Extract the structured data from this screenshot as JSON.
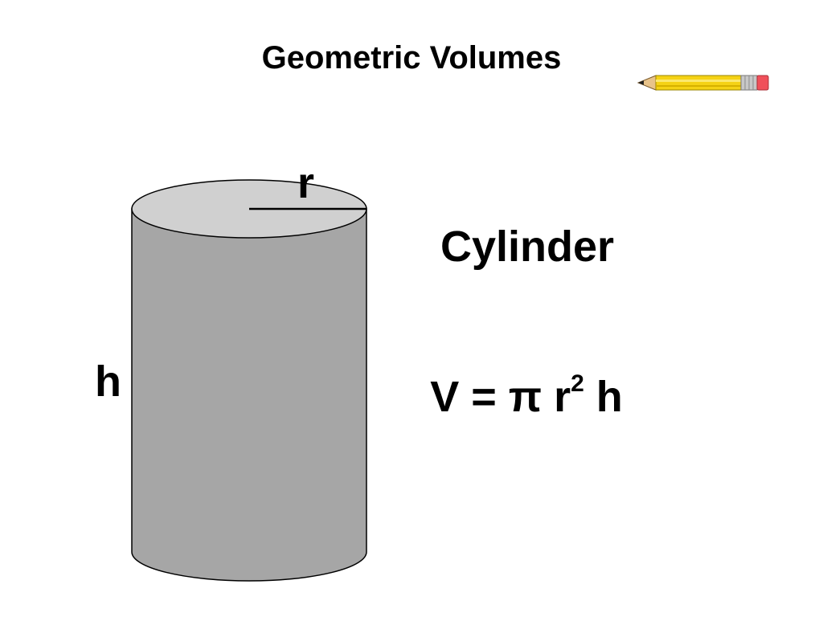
{
  "slide": {
    "title": "Geometric Volumes",
    "shape_name": "Cylinder",
    "labels": {
      "radius": "r",
      "height": "h"
    },
    "formula": {
      "lhs": "V = π r",
      "exponent": "2",
      "rhs": " h"
    }
  },
  "icons": {
    "decoration": "pencil-icon"
  },
  "colors": {
    "cylinder_body": "#a6a6a6",
    "cylinder_top": "#d0d0d0",
    "outline": "#000000",
    "pencil_body": "#f5d215",
    "pencil_eraser": "#f0505a"
  }
}
